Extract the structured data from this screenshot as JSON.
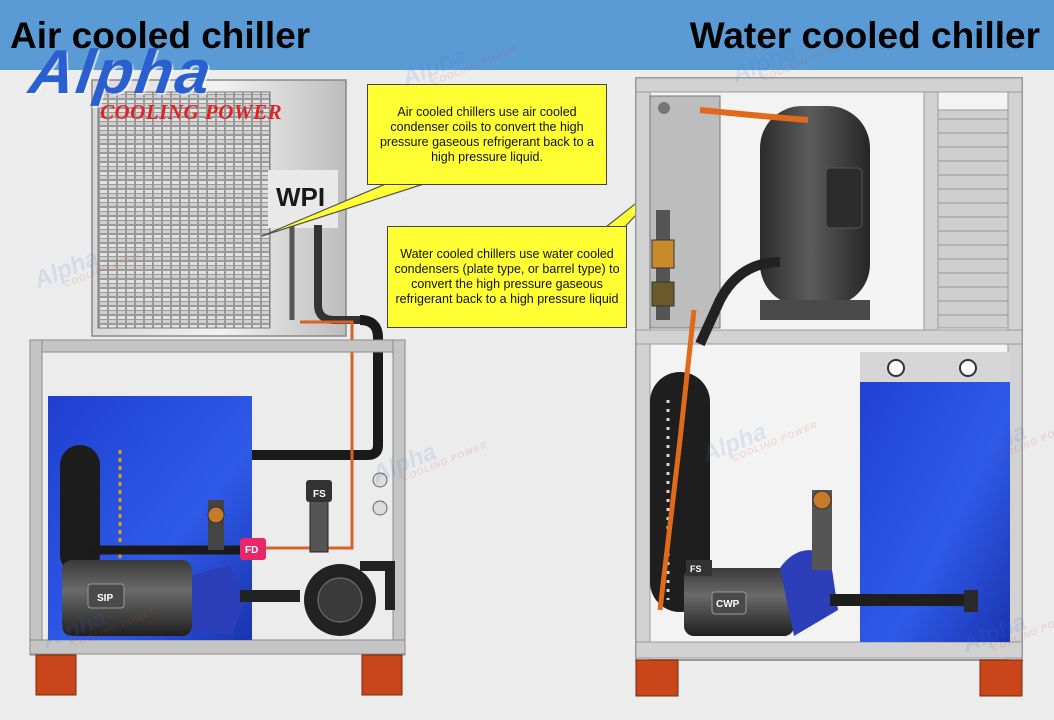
{
  "header": {
    "left_title": "Air cooled chiller",
    "right_title": "Water cooled chiller",
    "background": "#5b9bd5"
  },
  "logo": {
    "word": "Alpha",
    "tagline": "COOLING POWER",
    "word_color": "#2a5fd0",
    "tagline_color": "#e02424"
  },
  "callouts": {
    "air": "Air cooled chillers use air cooled condenser coils to convert the high pressure gaseous refrigerant back to a high pressure liquid.",
    "water": "Water cooled chillers use water cooled condensers (plate type, or barrel type) to convert the high pressure gaseous refrigerant back to a high pressure liquid",
    "color": "#ffff33"
  },
  "unit_labels": {
    "condenser_brand": "WPI",
    "flow_switch": "FS",
    "flow_detector": "FD",
    "motor_air": "SIP",
    "motor_water": "CWP",
    "flow_switch_water": "FS"
  },
  "watermark": {
    "word": "Alpha",
    "tagline": "COOLING POWER"
  },
  "colors": {
    "tank_blue": "#2f4fd8",
    "frame_grey": "#b9b9b9",
    "feet_orange": "#c8461a",
    "pipe_orange": "#e06a1a",
    "compressor_dark": "#3a3a3a"
  }
}
